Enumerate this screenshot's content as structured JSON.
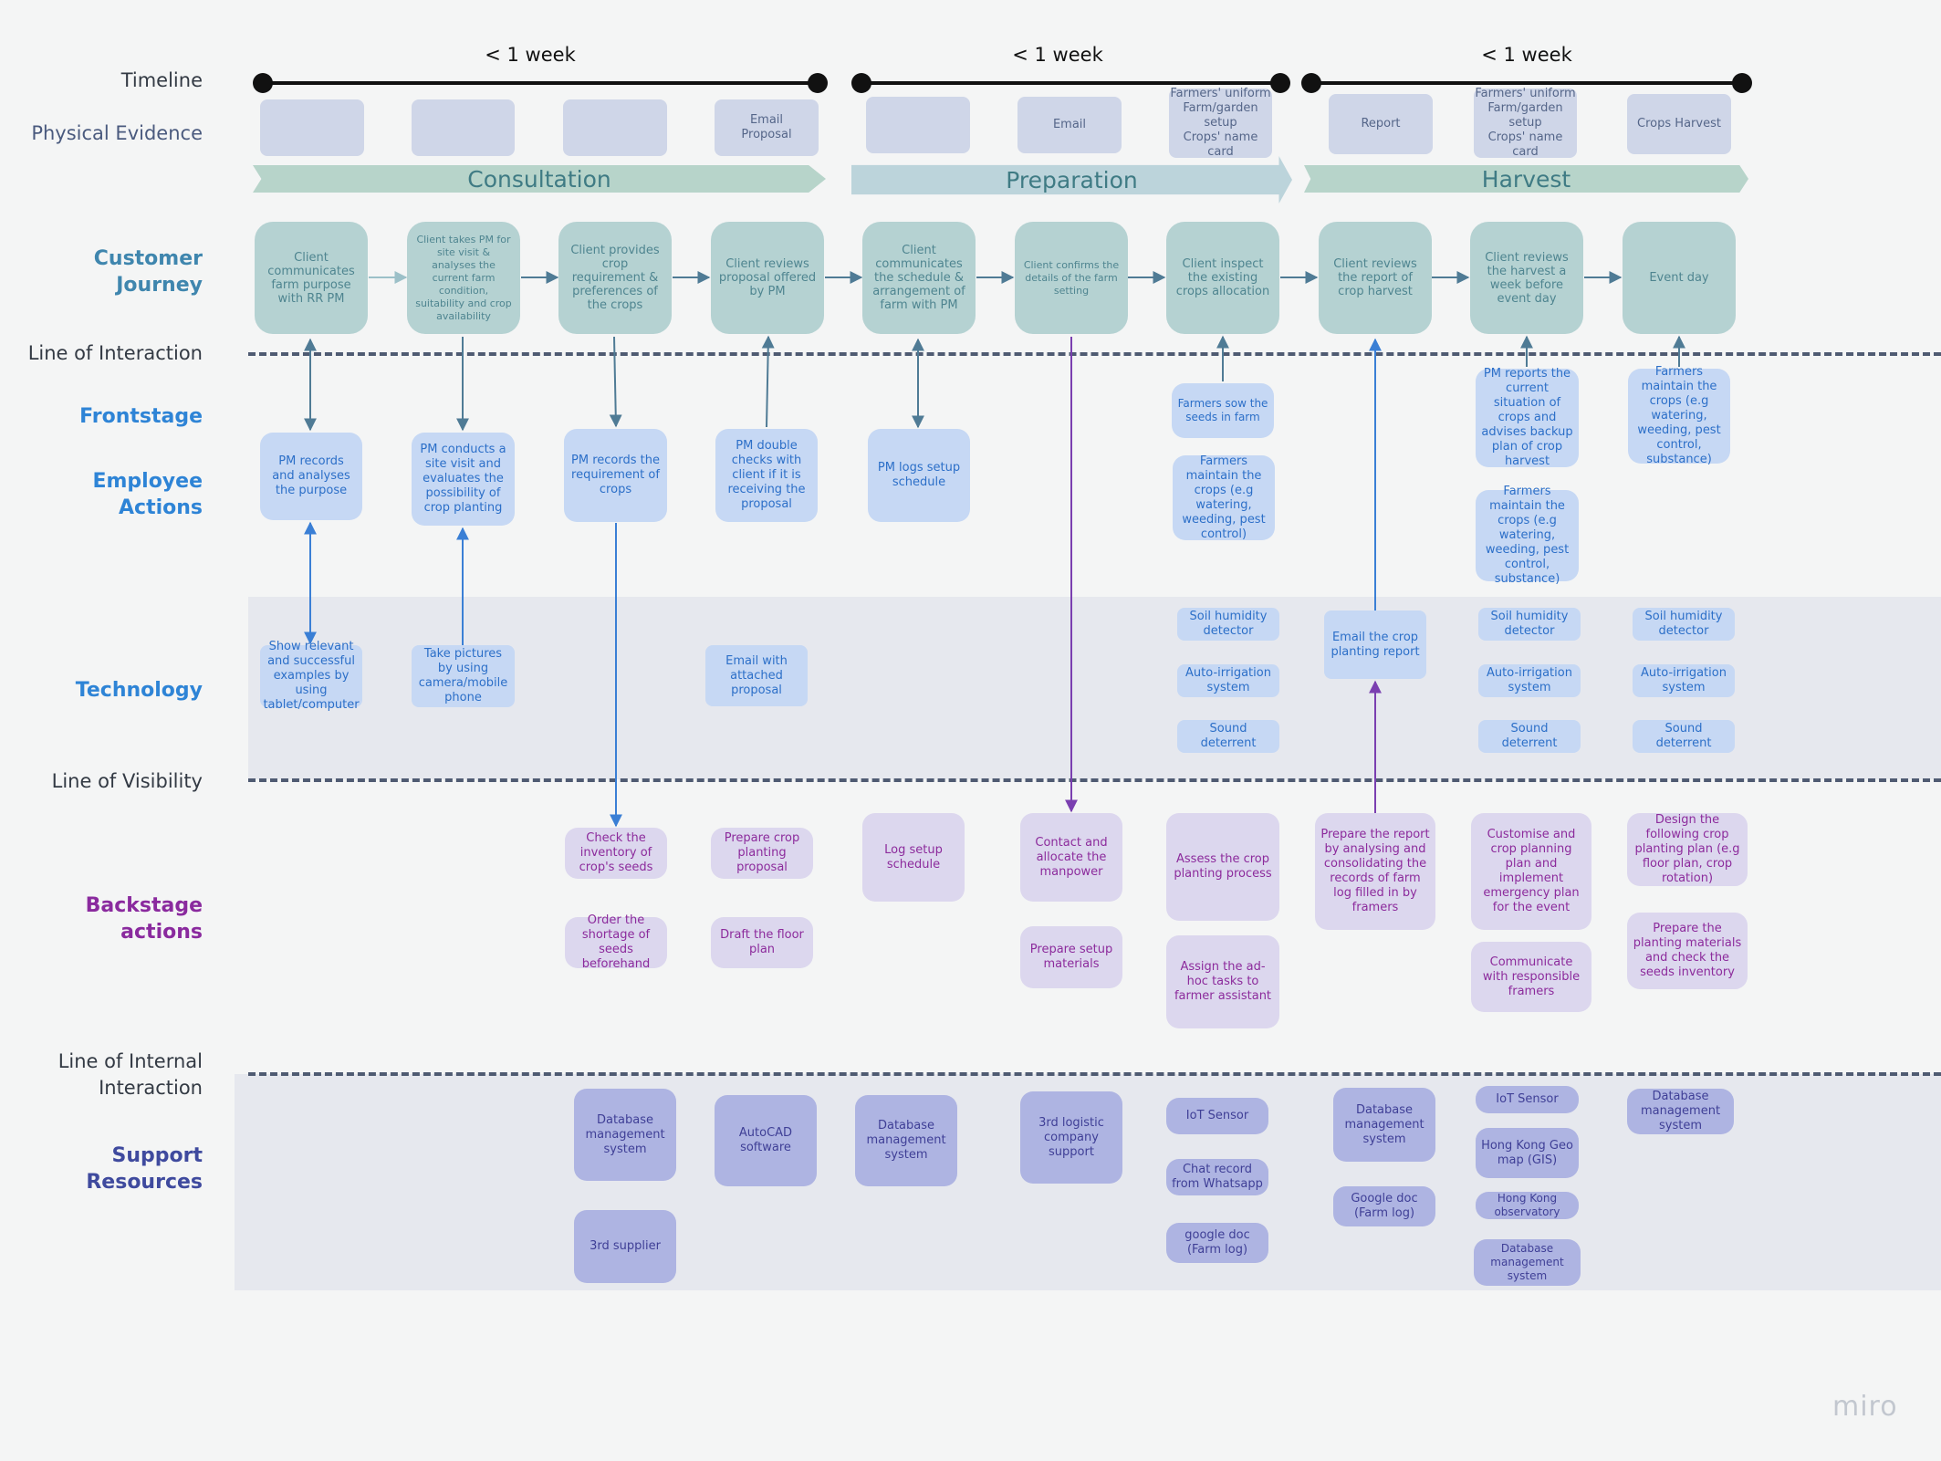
{
  "lanes": {
    "timeline": "Timeline",
    "physical_evidence": "Physical Evidence",
    "customer_journey": "Customer\nJourney",
    "line_of_interaction": "Line of Interaction",
    "frontstage": "Frontstage",
    "employee_actions": "Employee\nActions",
    "technology": "Technology",
    "line_of_visibility": "Line of Visibility",
    "backstage": "Backstage\nactions",
    "line_of_internal": "Line of Internal\nInteraction",
    "support": "Support\nResources"
  },
  "timeline": [
    "< 1 week",
    "< 1 week",
    "< 1 week"
  ],
  "phases": [
    "Consultation",
    "Preparation",
    "Harvest"
  ],
  "physical_evidence": [
    "",
    "",
    "",
    "Email\nProposal",
    "",
    "Email",
    "Farmers' uniform\nFarm/garden\nsetup\nCrops' name card",
    "Report",
    "Farmers' uniform\nFarm/garden\nsetup\nCrops' name card",
    "Crops Harvest"
  ],
  "customer_journey": [
    "Client communicates farm purpose with RR PM",
    "Client takes PM for site visit & analyses the current farm condition, suitability and crop availability",
    "Client provides crop requirement & preferences of the crops",
    "Client reviews proposal offered by PM",
    "Client communicates the schedule & arrangement of farm with PM",
    "Client confirms the details of the farm setting",
    "Client inspect the existing crops allocation",
    "Client reviews the report of crop harvest",
    "Client reviews the harvest a week before event day",
    "Event day"
  ],
  "frontstage": [
    "PM records and analyses the purpose",
    "PM conducts a site visit and evaluates the possibility of crop planting",
    "PM records the requirement of crops",
    "PM double checks with client if it is receiving the proposal",
    "PM logs setup schedule",
    "Farmers sow the seeds in farm",
    "Farmers maintain the crops (e.g watering, weeding, pest control)",
    "PM reports the current situation of crops and advises backup plan of crop harvest",
    "Farmers maintain the crops (e.g watering, weeding, pest control, substance)",
    "Farmers maintain the crops (e.g watering, weeding, pest control, substance)"
  ],
  "technology": [
    "Show relevant and successful examples by using tablet/computer",
    "Take pictures by using camera/mobile phone",
    "Email with attached proposal",
    "Soil humidity detector",
    "Auto-irrigation system",
    "Sound deterrent",
    "Email the crop planting report",
    "Soil humidity detector",
    "Auto-irrigation system",
    "Sound deterrent",
    "Soil humidity detector",
    "Auto-irrigation system",
    "Sound deterrent"
  ],
  "backstage": [
    "Check the inventory of crop's seeds",
    "Order the shortage of seeds beforehand",
    "Prepare crop planting proposal",
    "Draft the floor plan",
    "Log setup schedule",
    "Contact and allocate the manpower",
    "Prepare setup materials",
    "Assess the crop planting process",
    "Assign the ad-hoc tasks to farmer assistant",
    "Prepare the report by analysing and consolidating the records of farm log filled in by framers",
    "Customise and crop planning plan and implement emergency plan for the event",
    "Communicate with responsible framers",
    "Design the following crop planting plan (e.g floor plan, crop rotation)",
    "Prepare the planting materials and check the seeds inventory"
  ],
  "support": [
    "Database management system",
    "3rd supplier",
    "AutoCAD software",
    "Database management system",
    "3rd logistic company support",
    "IoT Sensor",
    "Chat record from Whatsapp",
    "google doc (Farm log)",
    "Database management system",
    "Google doc (Farm log)",
    "IoT Sensor",
    "Hong Kong Geo map (GIS)",
    "Hong Kong observatory",
    "Database management system",
    "Database management system"
  ],
  "brand": "miro",
  "colors": {
    "customer_journey": "#b5d2d2",
    "employee_card": "#c6d8f4",
    "backstage_card": "#dcd7ee",
    "support_card": "#aeb4e2",
    "arrow_blue": "#3a7fd5",
    "arrow_purple": "#7a3fb0",
    "arrow_slate": "#4f7b95"
  }
}
